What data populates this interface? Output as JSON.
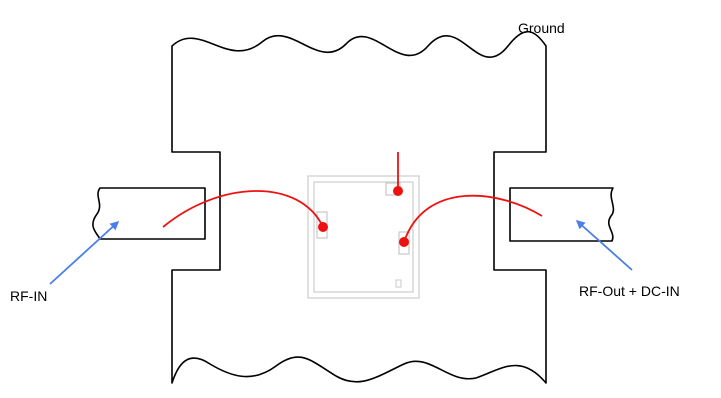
{
  "labels": {
    "ground": "Ground",
    "rf_in": "RF-IN",
    "rf_out_dc_in": "RF-Out + DC-IN"
  },
  "colors": {
    "outline": "#000000",
    "wire": "#ee1111",
    "pad_dot": "#ee1111",
    "arrow": "#4a7fe6",
    "chip_outline": "#d4d4d4"
  }
}
